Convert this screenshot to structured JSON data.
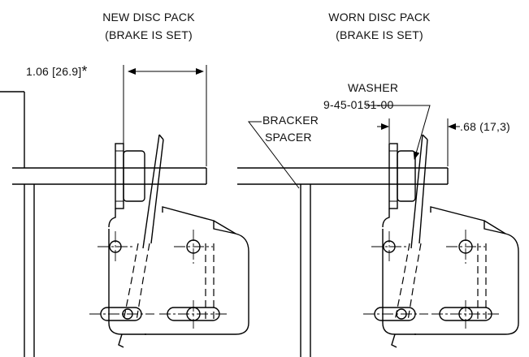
{
  "left_view": {
    "title_line1": "NEW DISC PACK",
    "title_line2": "(BRAKE IS SET)",
    "dimension": "1.06 [26.9]",
    "dimension_mark": "*"
  },
  "right_view": {
    "title_line1": "WORN DISC PACK",
    "title_line2": "(BRAKE IS SET)",
    "washer_label": "WASHER",
    "washer_part_number": "9-45-0151-00",
    "bracket_label_line1": "BRACKER",
    "bracket_label_line2": "SPACER",
    "dimension": ".68 (17,3)"
  }
}
